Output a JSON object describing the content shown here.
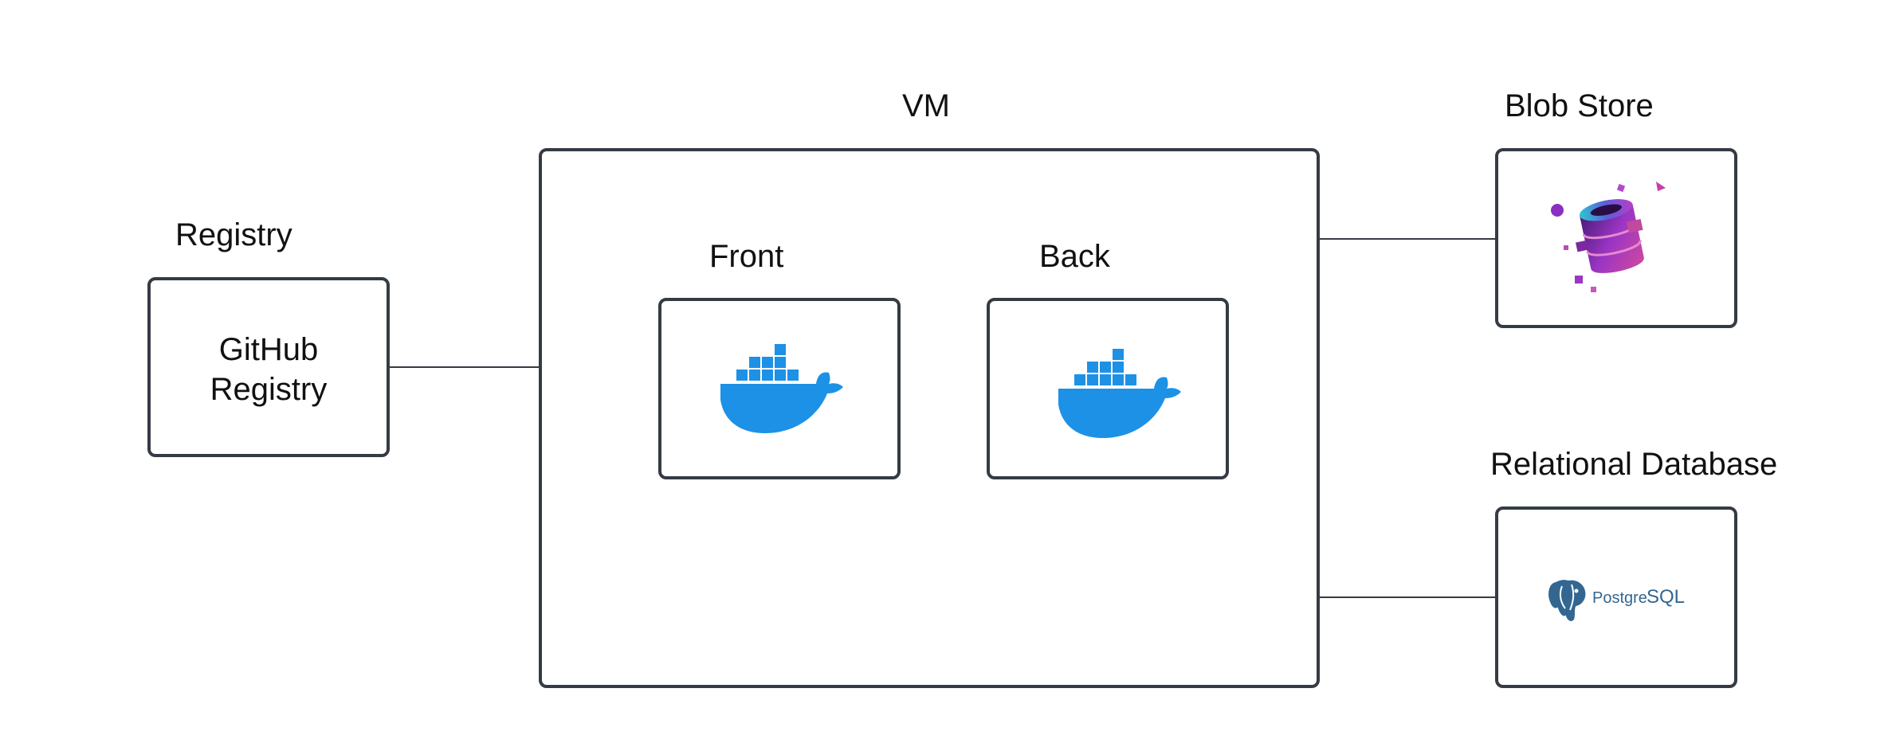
{
  "diagram": {
    "registry": {
      "title": "Registry",
      "name_line1": "GitHub",
      "name_line2": "Registry"
    },
    "vm": {
      "title": "VM",
      "front": {
        "title": "Front",
        "icon": "docker-whale-icon"
      },
      "back": {
        "title": "Back",
        "icon": "docker-whale-icon"
      }
    },
    "blob_store": {
      "title": "Blob Store",
      "icon": "blob-storage-3d-icon"
    },
    "relational_db": {
      "title": "Relational Database",
      "icon": "postgresql-logo-icon",
      "logo_text_left": "Postgre",
      "logo_text_right": "SQL"
    },
    "colors": {
      "border": "#353b44",
      "docker_blue": "#1d91e6",
      "postgres_blue": "#336791",
      "blob_purple": "#7b2fa6"
    }
  }
}
